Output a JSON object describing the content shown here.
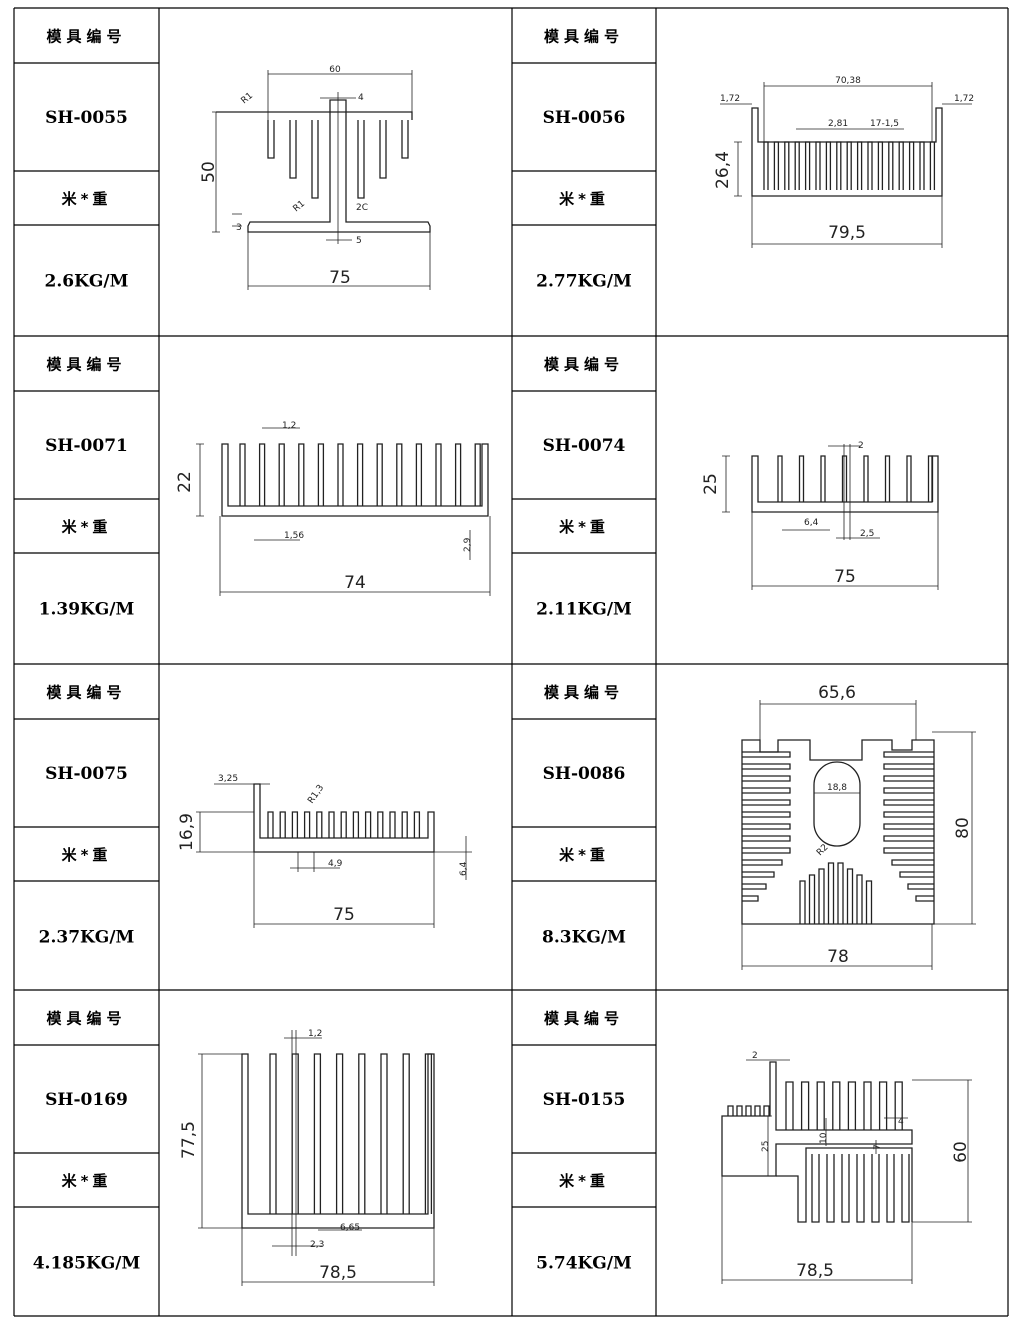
{
  "cells": [
    {
      "header": "模具编号",
      "code": "SH-0055",
      "weight_label": "米*重",
      "weight": "2.6KG/M",
      "dims": [
        "60",
        "4",
        "R1",
        "R1",
        "2C",
        "50",
        "3",
        "5",
        "75"
      ]
    },
    {
      "header": "模具编号",
      "code": "SH-0056",
      "weight_label": "米*重",
      "weight": "2.77KG/M",
      "dims": [
        "70,38",
        "1,72",
        "1,72",
        "2,81",
        "17-1,5",
        "26,4",
        "79,5"
      ]
    },
    {
      "header": "模具编号",
      "code": "SH-0071",
      "weight_label": "米*重",
      "weight": "1.39KG/M",
      "dims": [
        "1,2",
        "22",
        "1,56",
        "2,9",
        "74"
      ]
    },
    {
      "header": "模具编号",
      "code": "SH-0074",
      "weight_label": "米*重",
      "weight": "2.11KG/M",
      "dims": [
        "2",
        "25",
        "6,4",
        "2,5",
        "75"
      ]
    },
    {
      "header": "模具编号",
      "code": "SH-0075",
      "weight_label": "米*重",
      "weight": "2.37KG/M",
      "dims": [
        "3,25",
        "R1,3",
        "16,9",
        "4,9",
        "6,4",
        "75"
      ]
    },
    {
      "header": "模具编号",
      "code": "SH-0086",
      "weight_label": "米*重",
      "weight": "8.3KG/M",
      "dims": [
        "65,6",
        "18,8",
        "R2",
        "80",
        "78"
      ]
    },
    {
      "header": "模具编号",
      "code": "SH-0169",
      "weight_label": "米*重",
      "weight": "4.185KG/M",
      "dims": [
        "1,2",
        "77,5",
        "6,65",
        "2,3",
        "78,5"
      ]
    },
    {
      "header": "模具编号",
      "code": "SH-0155",
      "weight_label": "米*重",
      "weight": "5.74KG/M",
      "dims": [
        "2",
        "25",
        "10",
        "4",
        "7",
        "60",
        "78,5"
      ]
    }
  ]
}
